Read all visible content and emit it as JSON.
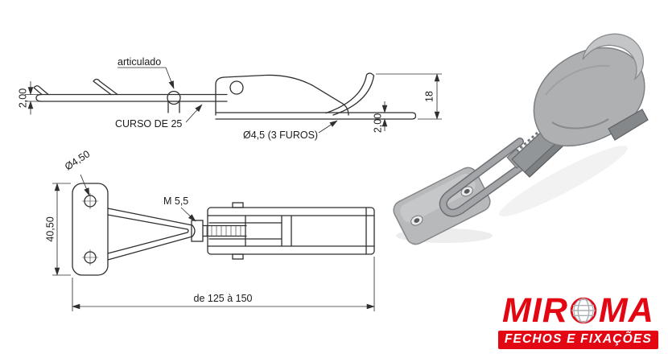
{
  "colors": {
    "brand_red": "#e30613",
    "drawing_line": "#2f2f2f",
    "metal_light": "#c3c5c7",
    "metal_mid": "#aeb0b2",
    "metal_dark": "#7e8184"
  },
  "side_view": {
    "articulado_label": "articulado",
    "curso_label": "CURSO DE 25",
    "furos_label": "Ø4,5  (3 FUROS)",
    "thickness_left": "2,00",
    "thickness_right": "2,00",
    "height": "18"
  },
  "top_view": {
    "hole_label": "Ø4,50",
    "thread_label": "M 5,5",
    "width": "40,50",
    "length": "de 125 à 150"
  },
  "logo": {
    "brand_pre": "MIR",
    "brand_post": "MA",
    "globe_icon": "globe",
    "tagline": "FECHOS E FIXAÇÕES"
  }
}
